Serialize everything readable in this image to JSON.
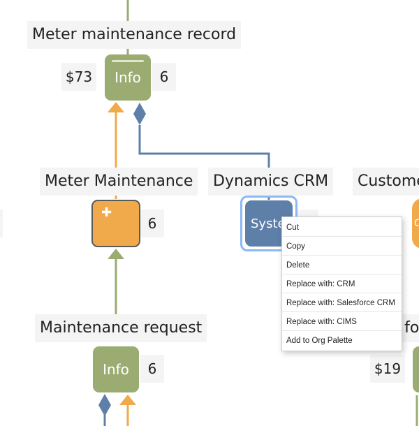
{
  "nodes": {
    "meter_maintenance_record": {
      "label": "Meter maintenance record",
      "type_text": "Info",
      "count": "6",
      "cost": "$73"
    },
    "meter_maintenance": {
      "label": "Meter Maintenance",
      "count": "6"
    },
    "dynamics_crm": {
      "label": "Dynamics CRM",
      "type_text": "Syster"
    },
    "customer_partial": {
      "label": "Custome",
      "type_text": "C"
    },
    "maintenance_request": {
      "label": "Maintenance request",
      "type_text": "Info",
      "count": "6"
    },
    "right_partial": {
      "label": "l fo",
      "cost": "$19"
    }
  },
  "context_menu": {
    "items": [
      "Cut",
      "Copy",
      "Delete",
      "Replace with: CRM",
      "Replace with: Salesforce CRM",
      "Replace with: CIMS",
      "Add to Org Palette"
    ]
  },
  "colors": {
    "info_node": "#9aac72",
    "process_node": "#f0a94b",
    "system_node": "#5e7fa8",
    "selection_ring": "#8ab9f5",
    "orange_connector": "#f0a94b",
    "green_connector": "#9aac72",
    "blue_connector": "#5e7fa8"
  }
}
